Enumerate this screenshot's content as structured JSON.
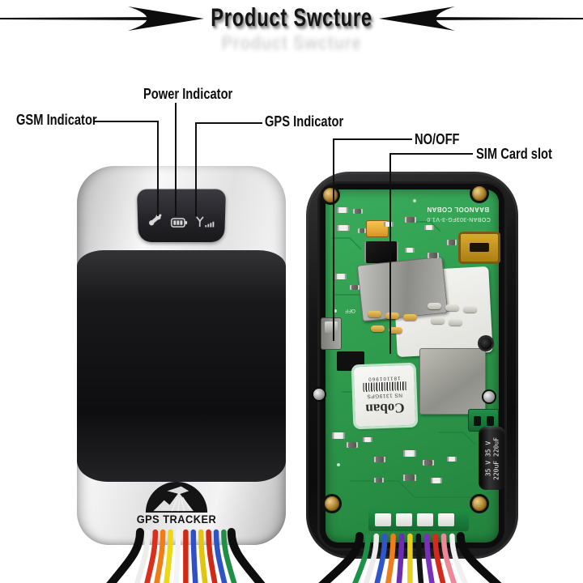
{
  "header": {
    "title": "Product Swcture"
  },
  "callouts": {
    "power": {
      "label": "Power Indicator"
    },
    "gsm": {
      "label": "GSM Indicator"
    },
    "gps": {
      "label": "GPS Indicator"
    },
    "no_off": {
      "label": "NO/OFF"
    },
    "sim": {
      "label": "SIM Card slot"
    }
  },
  "front_device": {
    "logo_text": "GPS TRACKER",
    "indicator_icons": [
      "gsm-call-icon",
      "battery-icon",
      "gps-signal-icon"
    ]
  },
  "board_device": {
    "silkscreen_line1": "BAANOOL COBAN",
    "silkscreen_line2": "COBAN-303FG-3-V1.0",
    "gps_module": {
      "brand": "Coban",
      "model": "NS 1319GPS",
      "serial": "181101960"
    },
    "switch_label": "OFF",
    "capacitor_line1": "35 V  35 V",
    "capacitor_line2": "220uF 220uF"
  },
  "colors": {
    "pcb_green": "#2f9b4e",
    "case_black": "#161616",
    "callout_line": "#101010",
    "gold": "#c59c3c"
  },
  "wires": {
    "front": {
      "colors": [
        "#0e0e0e",
        "#ededed",
        "#d8301c",
        "#ef7e16",
        "#eed714",
        "#f4f4f4",
        "#cf2a16",
        "#3050c4",
        "#e2c50f",
        "#cf2a16",
        "#2f55c4",
        "#1f8f45",
        "#0e0e0e"
      ]
    },
    "board": {
      "colors": [
        "#0c0c0c",
        "#1f9048",
        "#ececec",
        "#2f55c8",
        "#ef7d1a",
        "#6a2fb0",
        "#e8cf1f",
        "#141414",
        "#7a30b8",
        "#d42a1e",
        "#ee8898",
        "#f0f0f0",
        "#0c0c0c"
      ]
    }
  }
}
